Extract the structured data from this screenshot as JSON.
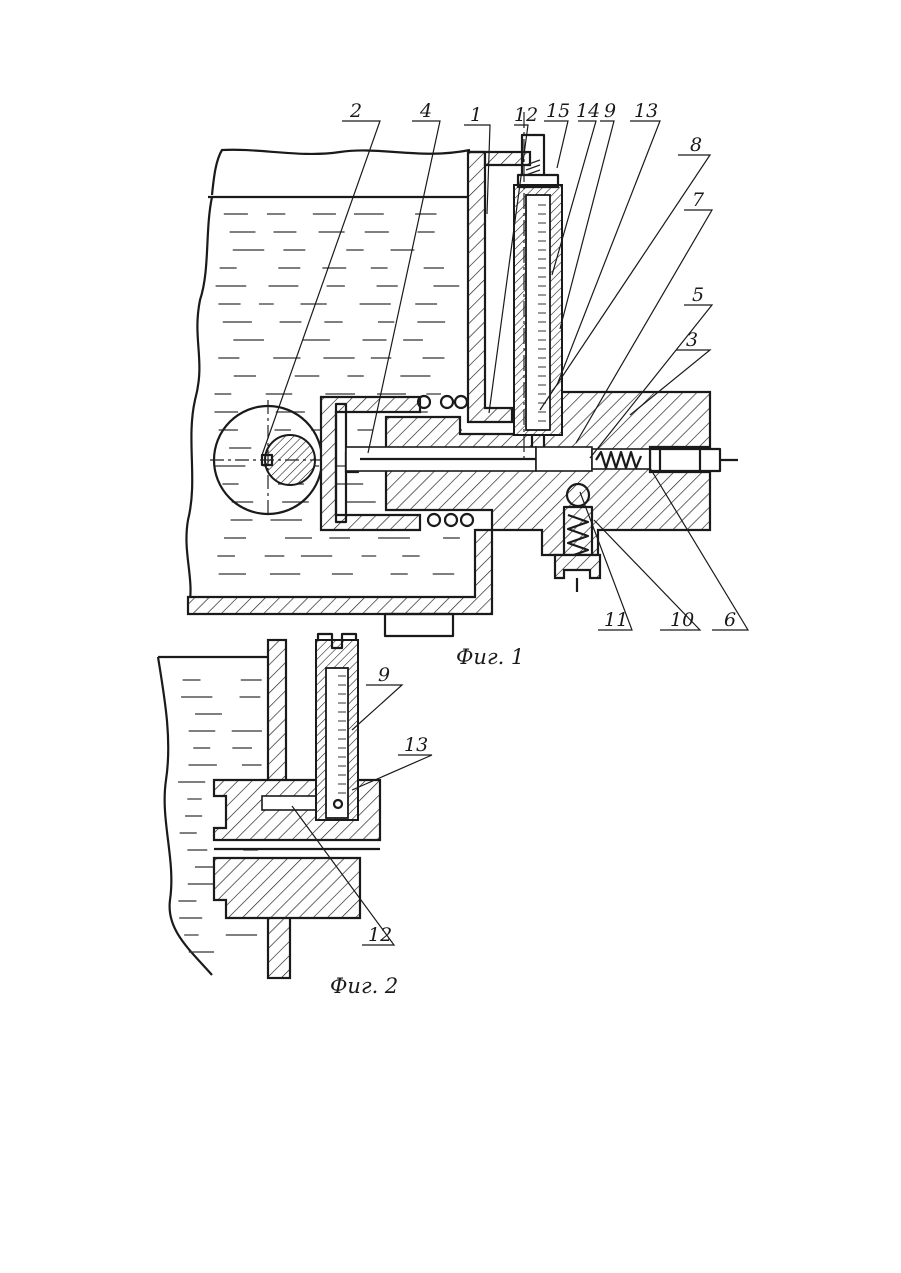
{
  "figure1": {
    "caption": "Фиг. 1",
    "callouts": [
      "2",
      "4",
      "1",
      "12",
      "15",
      "14",
      "9",
      "13",
      "8",
      "7",
      "5",
      "3",
      "11",
      "10",
      "6"
    ]
  },
  "figure2": {
    "caption": "Фиг. 2",
    "callouts": [
      "9",
      "13",
      "12"
    ]
  }
}
